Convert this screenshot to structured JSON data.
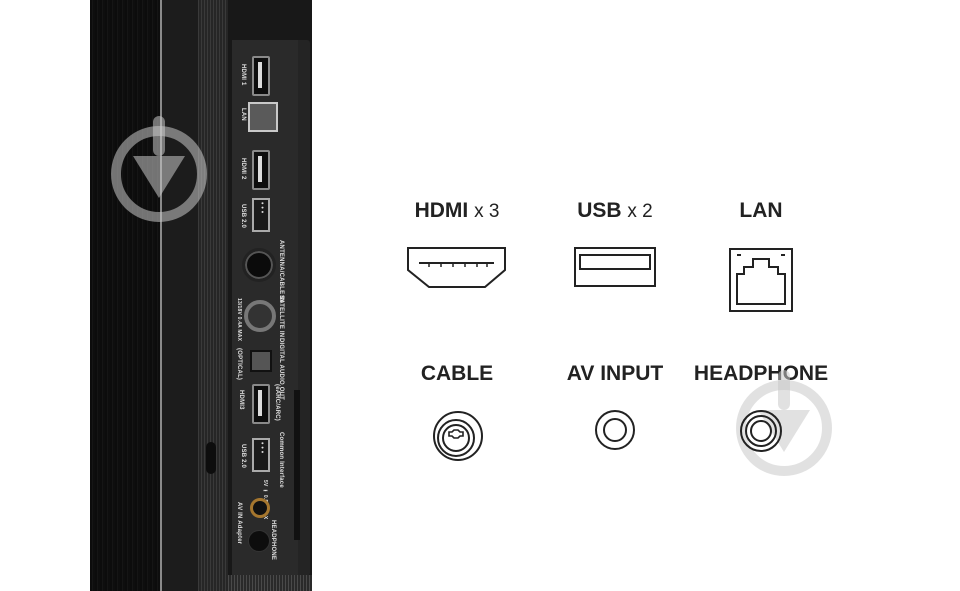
{
  "tv_panel": {
    "ports": [
      {
        "label": "HDMI 1",
        "type": "hdmi"
      },
      {
        "label": "LAN",
        "type": "lan"
      },
      {
        "label": "HDMI 2",
        "type": "hdmi"
      },
      {
        "label": "USB 2.0",
        "type": "usb"
      },
      {
        "label": "ANTENNA/CABLE IN",
        "type": "coax"
      },
      {
        "label": "SATELLITE IN",
        "type": "coax"
      },
      {
        "label": "13/18V 0.4A MAX",
        "type": "note"
      },
      {
        "label": "DIGITAL AUDIO OUT",
        "type": "note"
      },
      {
        "label": "(OPTICAL)",
        "type": "optical"
      },
      {
        "label": "HDMI3",
        "type": "hdmi"
      },
      {
        "label": "(eARC/ARC)",
        "type": "note"
      },
      {
        "label": "Common Interface",
        "type": "slot"
      },
      {
        "label": "USB 2.0",
        "type": "usb"
      },
      {
        "label": "5V ⎓ 0.5A MAX",
        "type": "note"
      },
      {
        "label": "AV IN Adapter",
        "type": "av"
      },
      {
        "label": "HEADPHONE",
        "type": "headphone"
      }
    ]
  },
  "specs": {
    "hdmi": {
      "name": "HDMI",
      "mult": "x 3",
      "icon": "hdmi-port-icon"
    },
    "usb": {
      "name": "USB",
      "mult": "x 2",
      "icon": "usb-port-icon"
    },
    "lan": {
      "name": "LAN",
      "icon": "ethernet-port-icon"
    },
    "cable": {
      "name": "CABLE",
      "icon": "coax-port-icon"
    },
    "av": {
      "name": "AV INPUT",
      "icon": "av-jack-icon"
    },
    "headphone": {
      "name": "HEADPHONE",
      "icon": "headphone-jack-icon"
    }
  },
  "colors": {
    "label_text": "#222222",
    "icon_stroke": "#222222",
    "tv_body": "#141414",
    "watermark": "#c8c8c8"
  }
}
